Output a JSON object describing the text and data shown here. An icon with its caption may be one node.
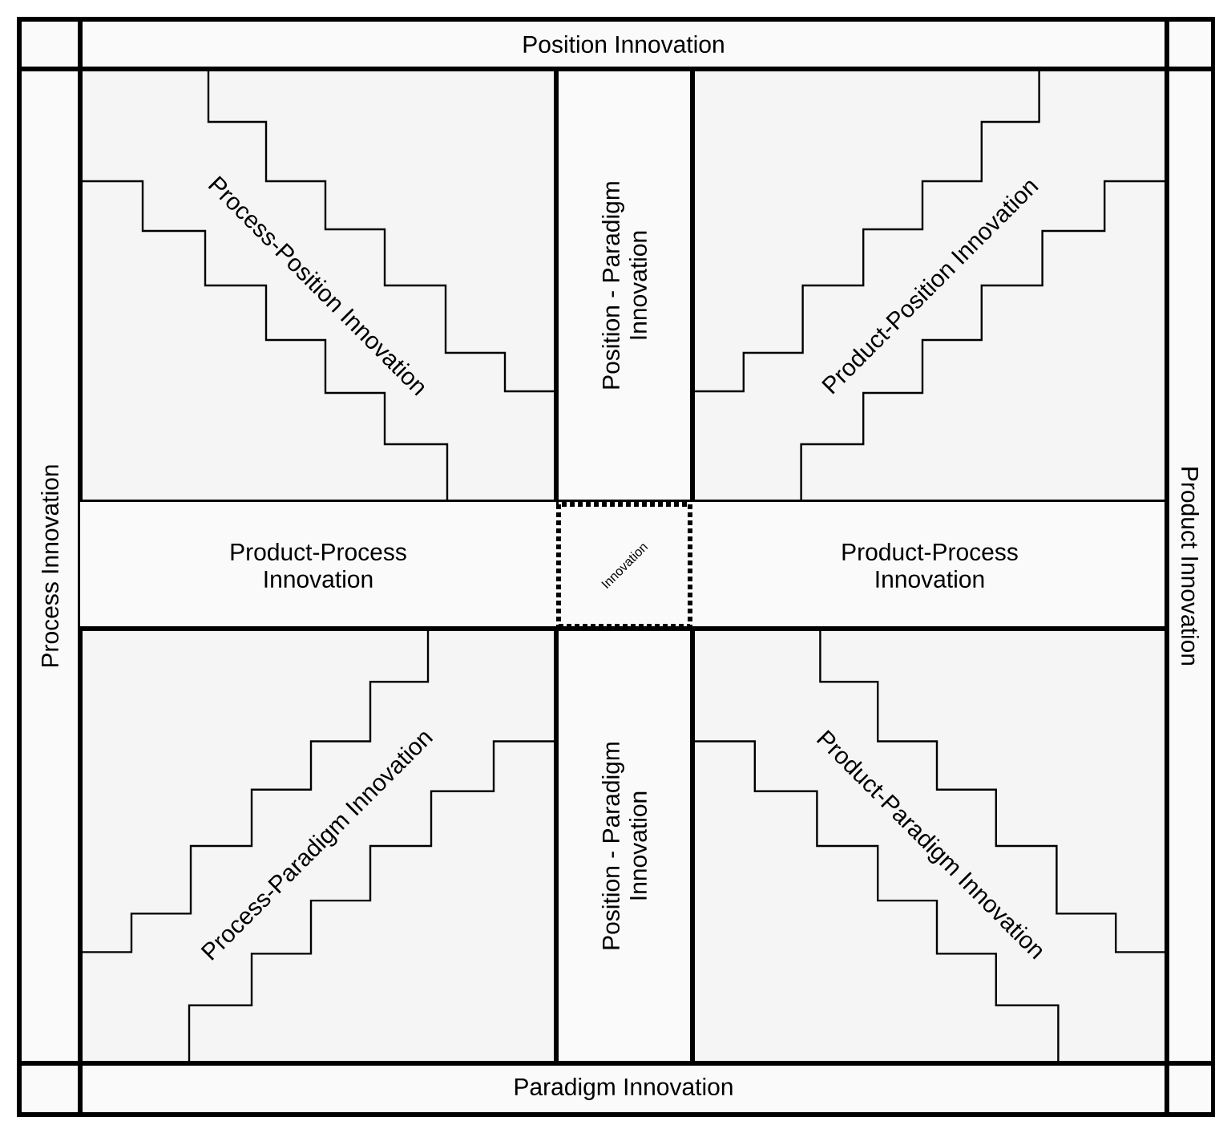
{
  "diagram": {
    "nodes": [
      {
        "text": [],
        "shape": "box"
      },
      {
        "text": [
          "Position Innovation"
        ]
      },
      {
        "text": [],
        "shape": "box"
      },
      {
        "text": [
          "Process Innovation"
        ]
      },
      {
        "text": [
          "Process-Position Innovation"
        ]
      },
      {
        "text": [
          "Position - Paradigm Innovation"
        ]
      },
      {
        "text": [
          "Product-Position Innovation"
        ]
      },
      {
        "text": [
          "Product-Process Innovation"
        ]
      },
      {
        "text": [
          "Innovation"
        ]
      },
      {
        "text": [
          "Product-Process Innovation"
        ]
      },
      {
        "text": [
          "Process-Paradigm Innovation"
        ]
      },
      {
        "text": [
          "Position - Paradigm Innovation"
        ]
      },
      {
        "text": [
          "Product-Paradigm Innovation"
        ]
      },
      {
        "text": [
          "Product Innovation"
        ]
      },
      {
        "text": [],
        "shape": "box"
      },
      {
        "text": [
          "Paradigm Innovation"
        ]
      },
      {
        "text": [],
        "shape": "box"
      }
    ],
    "edges": []
  }
}
